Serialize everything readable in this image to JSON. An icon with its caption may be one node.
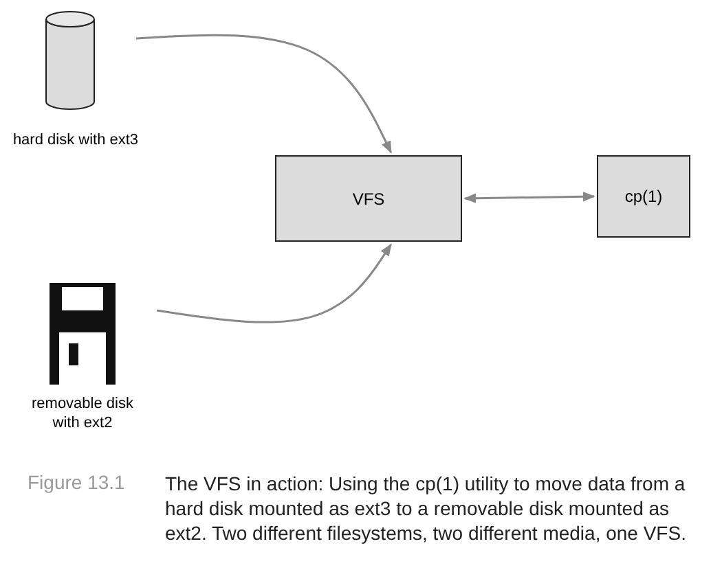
{
  "diagram": {
    "caption": "The VFS in action: Using the cp(1) utility to move data from a hard disk mounted as ext3 to a removable disk mounted as ext2. Two different filesystems, two different media, one VFS.",
    "nodes": [
      {
        "text": [],
        "shape": "cylinder",
        "beside": [
          "hard disk with ext3"
        ]
      },
      {
        "text": [],
        "shape": "picture",
        "beside": [
          "removable disk with ext2"
        ]
      },
      {
        "text": [
          "VFS"
        ]
      },
      {
        "text": [
          "cp(1)"
        ]
      }
    ],
    "edges": [
      {
        "from": 0,
        "to": 2,
        "arrow": "to"
      },
      {
        "from": 1,
        "to": 2,
        "arrow": "to"
      },
      {
        "from": 2,
        "to": 3,
        "arrow": "both"
      }
    ],
    "labels": [
      "Figure 13.1"
    ]
  }
}
